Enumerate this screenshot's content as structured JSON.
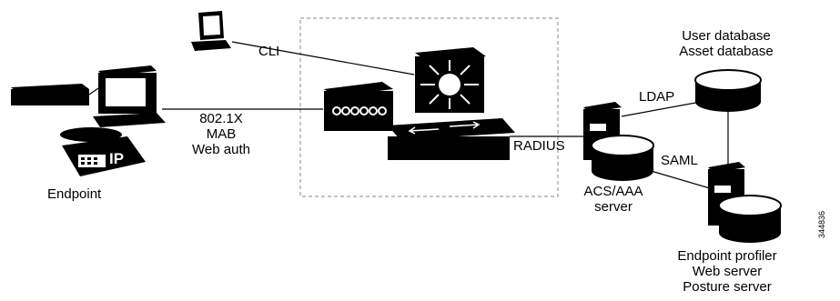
{
  "labels": {
    "cli": "CLI",
    "auth_methods": [
      "802.1X",
      "MAB",
      "Web auth"
    ],
    "endpoint": "Endpoint",
    "ip_phone_badge": "IP",
    "radius": "RADIUS",
    "ldap": "LDAP",
    "saml": "SAML",
    "databases": [
      "User database",
      "Asset database"
    ],
    "acs_server": [
      "ACS/AAA",
      "server"
    ],
    "profiler_servers": [
      "Endpoint profiler",
      "Web server",
      "Posture server"
    ],
    "figure_id": "344836"
  },
  "colors": {
    "ink": "#000000",
    "screen": "#ffffff",
    "boundary": "#888888"
  }
}
